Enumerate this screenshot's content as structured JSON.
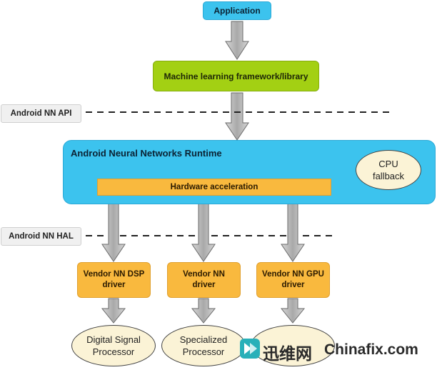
{
  "nodes": {
    "application": "Application",
    "ml_framework": "Machine learning framework/library",
    "nn_runtime": "Android Neural Networks Runtime",
    "cpu_fallback_line1": "CPU",
    "cpu_fallback_line2": "fallback",
    "hardware_acceleration": "Hardware acceleration",
    "driver_dsp_line1": "Vendor NN DSP",
    "driver_dsp_line2": "driver",
    "driver_specialized_line1": "Vendor NN",
    "driver_specialized_line2": "driver",
    "driver_gpu_line1": "Vendor NN GPU",
    "driver_gpu_line2": "driver",
    "proc_dsp_line1": "Digital Signal",
    "proc_dsp_line2": "Processor",
    "proc_specialized_line1": "Specialized",
    "proc_specialized_line2": "Processor"
  },
  "layers": {
    "api": "Android NN API",
    "hal": "Android NN HAL"
  },
  "watermark": {
    "cn": "迅维网",
    "en": "Chinafix.com"
  },
  "colors": {
    "blue": "#3cc3ee",
    "green": "#a3d013",
    "orange": "#f9b93e",
    "cream": "#fbf3d6",
    "arrow": "#b8b8b8"
  }
}
